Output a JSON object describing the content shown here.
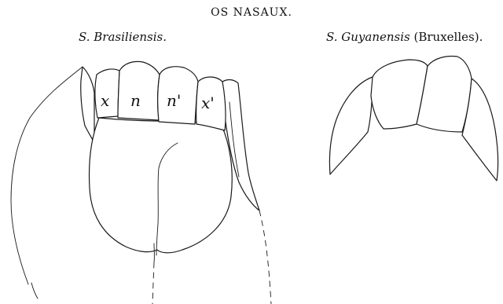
{
  "plate": {
    "title": "OS NASAUX."
  },
  "figures": [
    {
      "species": "S. Brasiliensis.",
      "bone_labels": [
        "x",
        "n",
        "n'",
        "x'"
      ]
    },
    {
      "species": "S. Guyanensis",
      "museum": "(Bruxelles)."
    }
  ]
}
